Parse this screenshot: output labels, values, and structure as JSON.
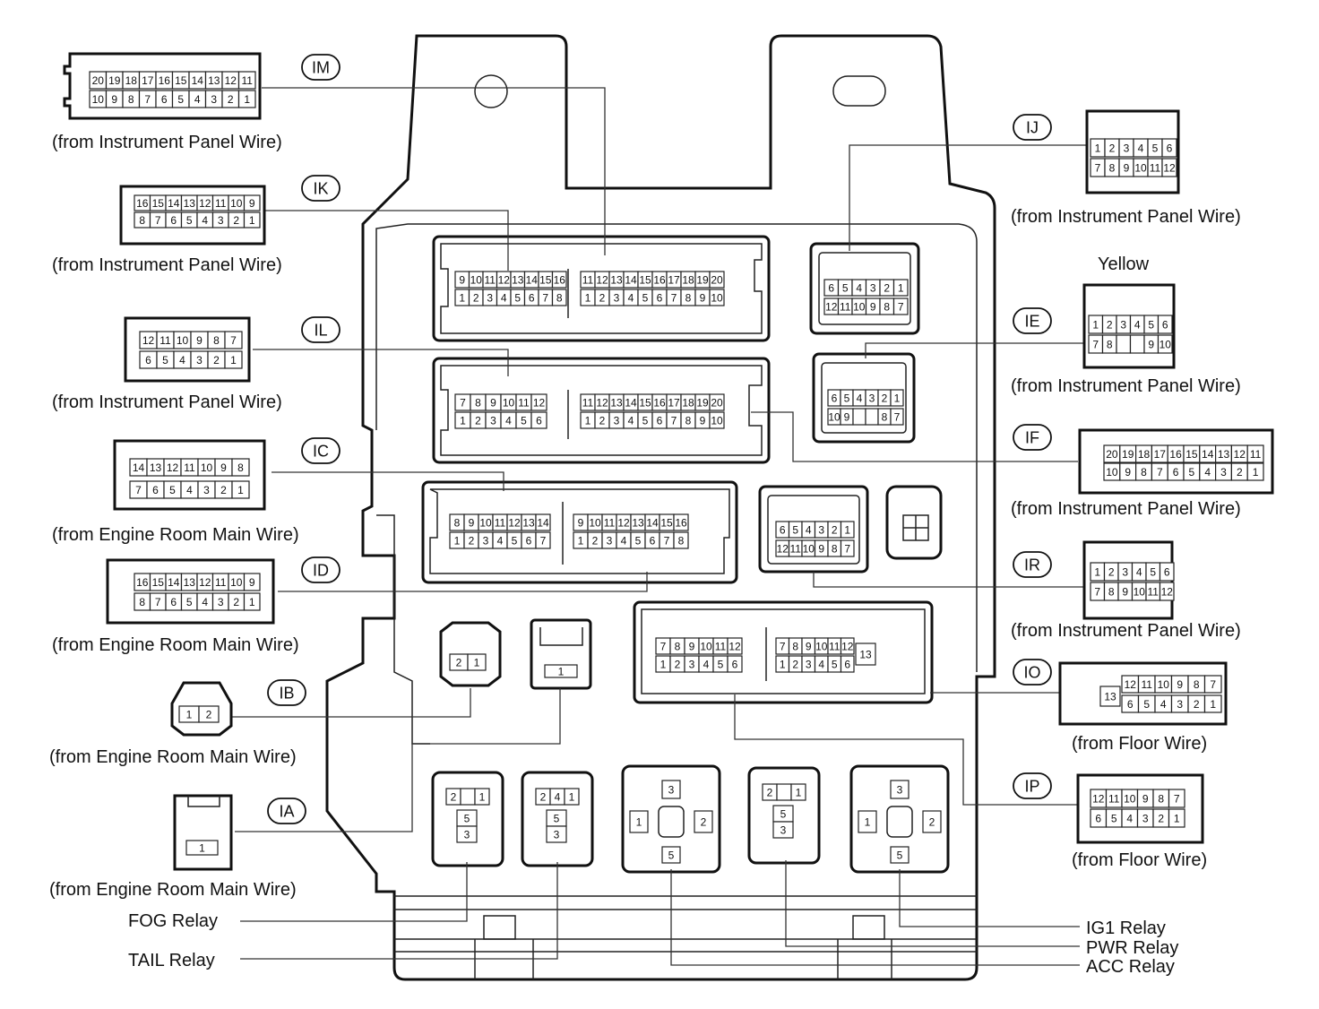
{
  "connectors": [
    {
      "id": "IM",
      "label": "IM",
      "caption": "(from Instrument Panel Wire)",
      "top": [
        "20",
        "19",
        "18",
        "17",
        "16",
        "15",
        "14",
        "13",
        "12",
        "11"
      ],
      "bottom": [
        "10",
        "9",
        "8",
        "7",
        "6",
        "5",
        "4",
        "3",
        "2",
        "1"
      ]
    },
    {
      "id": "IK",
      "label": "IK",
      "caption": "(from Instrument Panel Wire)",
      "top": [
        "16",
        "15",
        "14",
        "13",
        "12",
        "11",
        "10",
        "9"
      ],
      "bottom": [
        "8",
        "7",
        "6",
        "5",
        "4",
        "3",
        "2",
        "1"
      ]
    },
    {
      "id": "IL",
      "label": "IL",
      "caption": "(from Instrument Panel Wire)",
      "top": [
        "12",
        "11",
        "10",
        "9",
        "8",
        "7"
      ],
      "bottom": [
        "6",
        "5",
        "4",
        "3",
        "2",
        "1"
      ]
    },
    {
      "id": "IC",
      "label": "IC",
      "caption": "(from Engine Room Main Wire)",
      "top": [
        "14",
        "13",
        "12",
        "11",
        "10",
        "9",
        "8"
      ],
      "bottom": [
        "7",
        "6",
        "5",
        "4",
        "3",
        "2",
        "1"
      ]
    },
    {
      "id": "ID",
      "label": "ID",
      "caption": "(from Engine Room Main Wire)",
      "top": [
        "16",
        "15",
        "14",
        "13",
        "12",
        "11",
        "10",
        "9"
      ],
      "bottom": [
        "8",
        "7",
        "6",
        "5",
        "4",
        "3",
        "2",
        "1"
      ]
    },
    {
      "id": "IB",
      "label": "IB",
      "caption": "(from Engine Room Main Wire)",
      "top": [
        "1",
        "2"
      ],
      "bottom": []
    },
    {
      "id": "IA",
      "label": "IA",
      "caption": "(from Engine Room Main Wire)",
      "top": [
        "1"
      ],
      "bottom": []
    },
    {
      "id": "IJ",
      "label": "IJ",
      "caption": "(from Instrument Panel Wire)",
      "top": [
        "1",
        "2",
        "3",
        "4",
        "5",
        "6"
      ],
      "bottom": [
        "7",
        "8",
        "9",
        "10",
        "11",
        "12"
      ]
    },
    {
      "id": "IE",
      "label": "IE",
      "caption": "(from Instrument Panel Wire)",
      "color_note": "Yellow",
      "top": [
        "1",
        "2",
        "3",
        "4",
        "5",
        "6"
      ],
      "bottom": [
        "7",
        "8",
        "",
        "",
        "9",
        "10"
      ]
    },
    {
      "id": "IF",
      "label": "IF",
      "caption": "(from Instrument Panel Wire)",
      "top": [
        "20",
        "19",
        "18",
        "17",
        "16",
        "15",
        "14",
        "13",
        "12",
        "11"
      ],
      "bottom": [
        "10",
        "9",
        "8",
        "7",
        "6",
        "5",
        "4",
        "3",
        "2",
        "1"
      ]
    },
    {
      "id": "IR",
      "label": "IR",
      "caption": "(from Instrument Panel Wire)",
      "top": [
        "1",
        "2",
        "3",
        "4",
        "5",
        "6"
      ],
      "bottom": [
        "7",
        "8",
        "9",
        "10",
        "11",
        "12"
      ]
    },
    {
      "id": "IO",
      "label": "IO",
      "caption": "(from Floor Wire)",
      "top": [
        "12",
        "11",
        "10",
        "9",
        "8",
        "7"
      ],
      "bottom": [
        "6",
        "5",
        "4",
        "3",
        "2",
        "1"
      ],
      "extra": "13"
    },
    {
      "id": "IP",
      "label": "IP",
      "caption": "(from Floor Wire)",
      "top": [
        "12",
        "11",
        "10",
        "9",
        "8",
        "7"
      ],
      "bottom": [
        "6",
        "5",
        "4",
        "3",
        "2",
        "1"
      ]
    }
  ],
  "relays": {
    "fog": "FOG Relay",
    "tail": "TAIL Relay",
    "ig1": "IG1 Relay",
    "pwr": "PWR Relay",
    "acc": "ACC Relay"
  },
  "block": {
    "r1a_top": [
      "9",
      "10",
      "11",
      "12",
      "13",
      "14",
      "15",
      "16"
    ],
    "r1a_bot": [
      "1",
      "2",
      "3",
      "4",
      "5",
      "6",
      "7",
      "8"
    ],
    "r1b_top": [
      "11",
      "12",
      "13",
      "14",
      "15",
      "16",
      "17",
      "18",
      "19",
      "20"
    ],
    "r1b_bot": [
      "1",
      "2",
      "3",
      "4",
      "5",
      "6",
      "7",
      "8",
      "9",
      "10"
    ],
    "r2a_top": [
      "7",
      "8",
      "9",
      "10",
      "11",
      "12"
    ],
    "r2a_bot": [
      "1",
      "2",
      "3",
      "4",
      "5",
      "6"
    ],
    "r3a_top": [
      "8",
      "9",
      "10",
      "11",
      "12",
      "13",
      "14"
    ],
    "r3a_bot": [
      "1",
      "2",
      "3",
      "4",
      "5",
      "6",
      "7"
    ],
    "r3b_top": [
      "9",
      "10",
      "11",
      "12",
      "13",
      "14",
      "15",
      "16"
    ],
    "r3b_bot": [
      "1",
      "2",
      "3",
      "4",
      "5",
      "6",
      "7",
      "8"
    ],
    "j_top": [
      "6",
      "5",
      "4",
      "3",
      "2",
      "1"
    ],
    "j_bot": [
      "12",
      "11",
      "10",
      "9",
      "8",
      "7"
    ],
    "e_top": [
      "6",
      "5",
      "4",
      "3",
      "2",
      "1"
    ],
    "e_bot": [
      "10",
      "9",
      "",
      "",
      "8",
      "7"
    ],
    "r_top": [
      "6",
      "5",
      "4",
      "3",
      "2",
      "1"
    ],
    "r_bot": [
      "12",
      "11",
      "10",
      "9",
      "8",
      "7"
    ],
    "o_a_top": [
      "7",
      "8",
      "9",
      "10",
      "11",
      "12"
    ],
    "o_a_bot": [
      "1",
      "2",
      "3",
      "4",
      "5",
      "6"
    ],
    "o_b_top": [
      "7",
      "8",
      "9",
      "10",
      "11",
      "12"
    ],
    "o_b_bot": [
      "1",
      "2",
      "3",
      "4",
      "5",
      "6"
    ],
    "o_b_extra": "13",
    "b_pins": [
      "2",
      "1"
    ],
    "a_pin": "1",
    "relay_small": [
      "2",
      "1",
      "5",
      "3"
    ],
    "relay_small_b": [
      "2",
      "4",
      "1",
      "5",
      "3"
    ],
    "relay_big": [
      "3",
      "1",
      "2",
      "5"
    ]
  }
}
